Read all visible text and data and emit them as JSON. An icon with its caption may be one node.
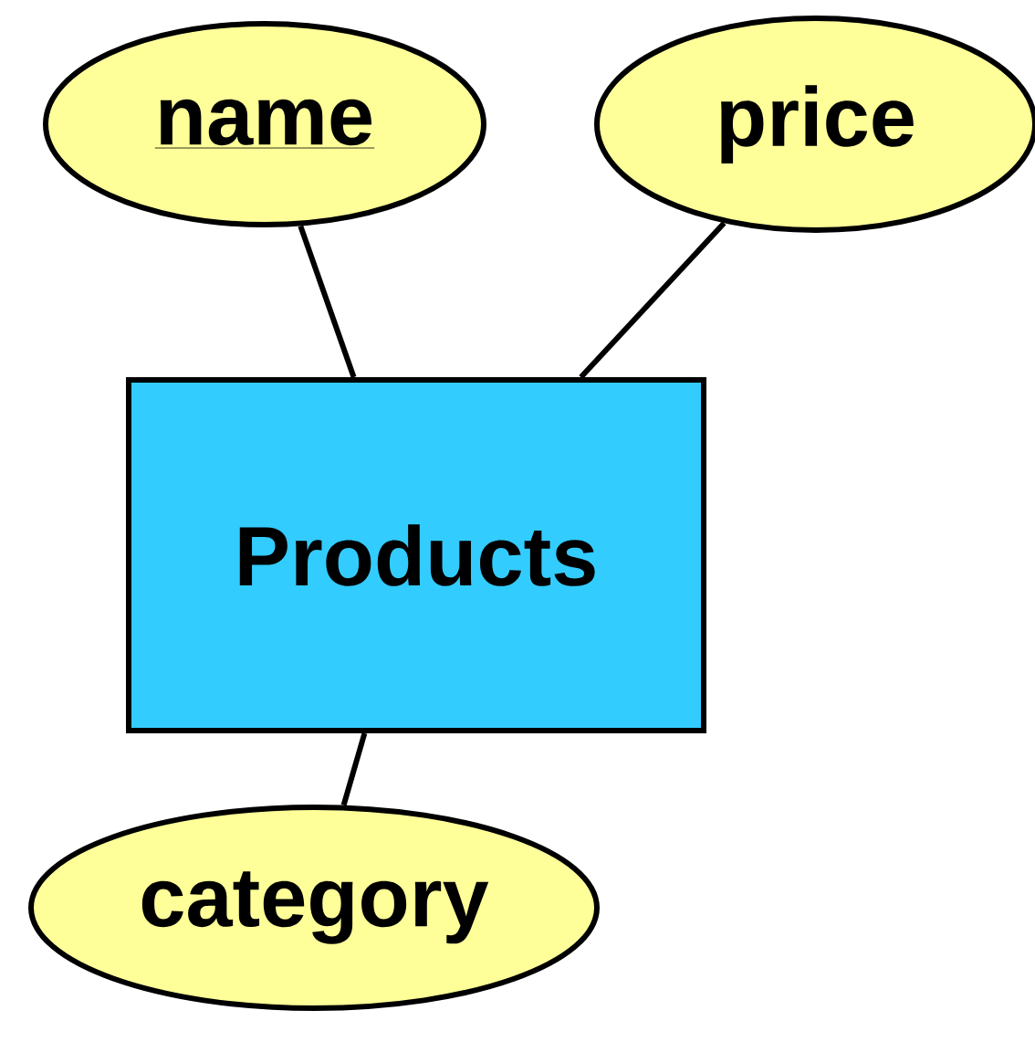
{
  "diagram": {
    "nodes": [
      {
        "text": [
          "name"
        ]
      },
      {
        "text": [
          "price"
        ]
      },
      {
        "text": [
          "Products"
        ]
      },
      {
        "text": [
          "category"
        ]
      }
    ],
    "edges": [
      {
        "from": 0,
        "to": 2,
        "arrow": "none"
      },
      {
        "from": 1,
        "to": 2,
        "arrow": "none"
      },
      {
        "from": 2,
        "to": 3,
        "arrow": "none"
      }
    ]
  }
}
